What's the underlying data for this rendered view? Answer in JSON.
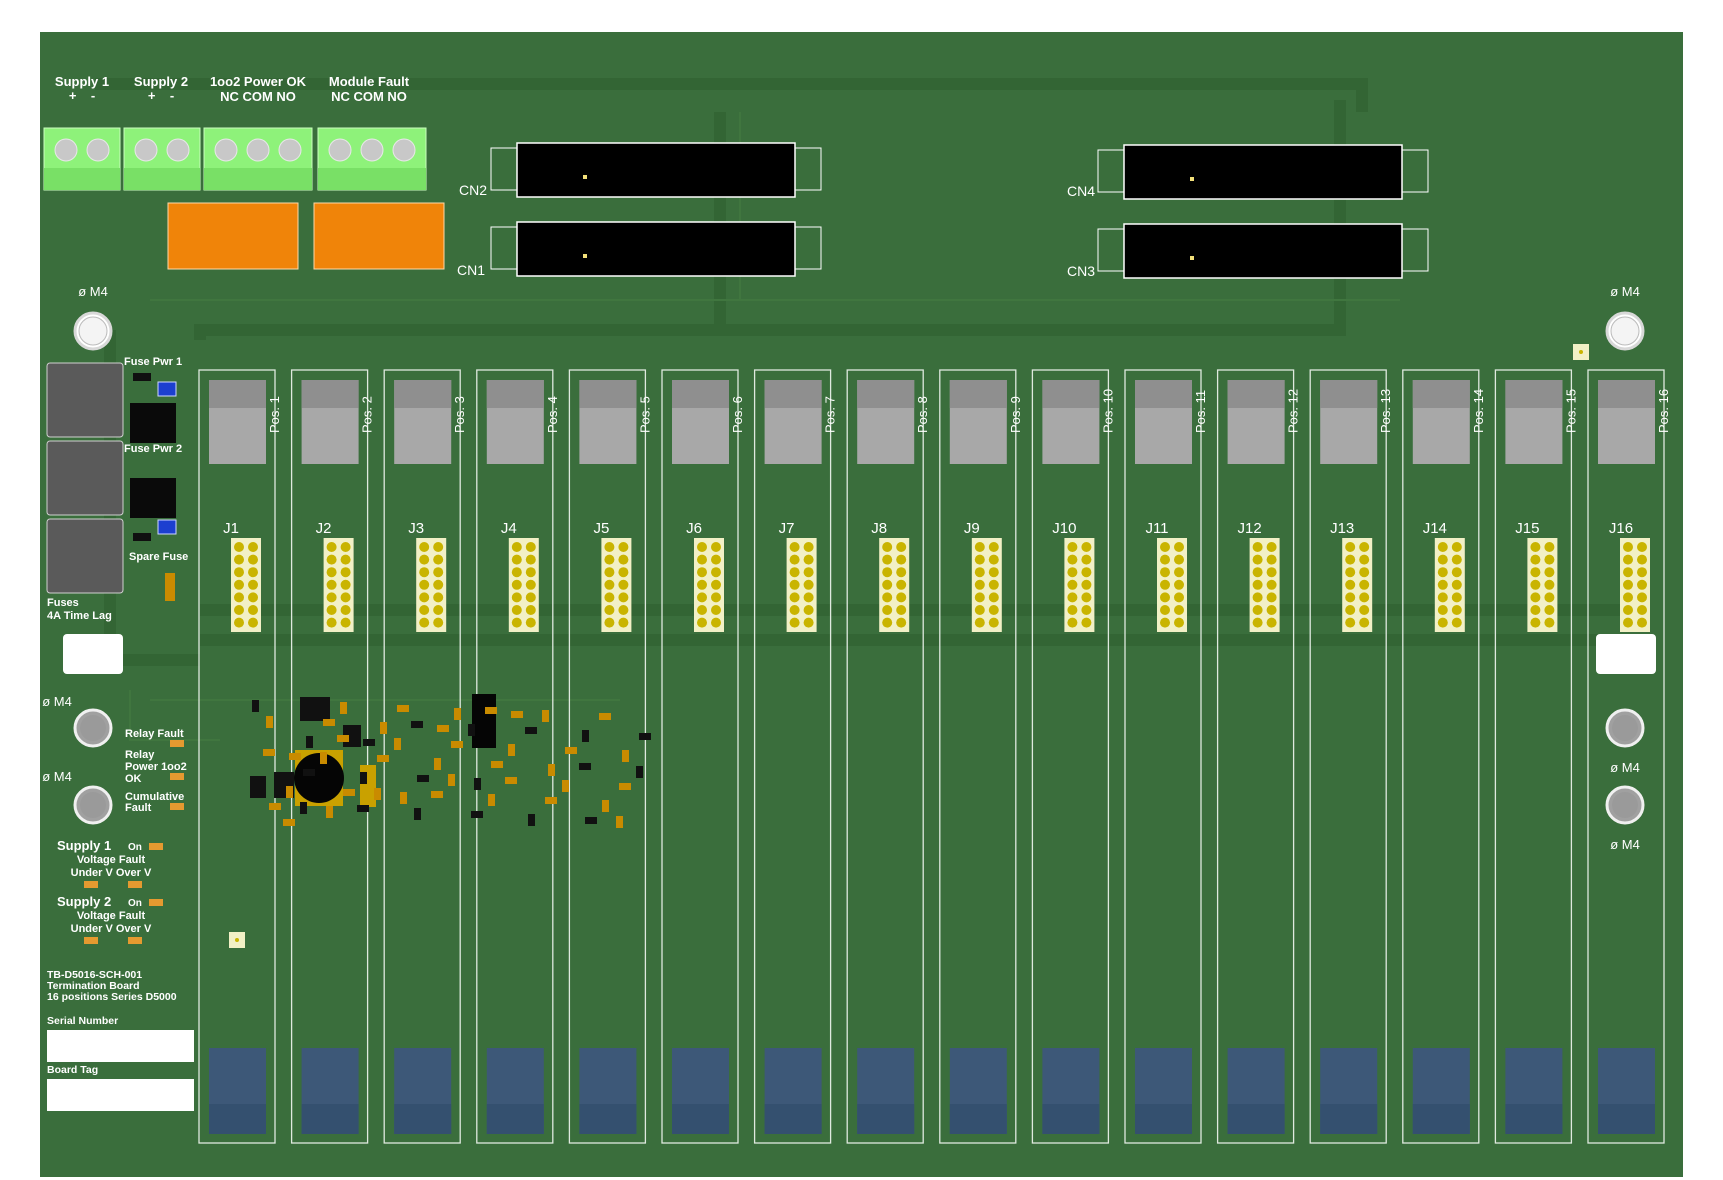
{
  "board": {
    "colors": {
      "pcb": "#3a6e3c",
      "trace": "#356a37",
      "silk": "#ffffff",
      "terminal": "#8ef27a",
      "relay": "#f08409",
      "connector": "#000000",
      "fuse": "#5a5a5a",
      "slot_top": "#a8a8a8",
      "slot_bottom": "#3d5878",
      "pad": "#c9b400"
    },
    "terminals": {
      "supply1": {
        "name": "Supply 1",
        "pins": "+    -"
      },
      "supply2": {
        "name": "Supply 2",
        "pins": "+    -"
      },
      "power_ok": {
        "name": "1oo2 Power OK",
        "pins": "NC COM NO"
      },
      "module_fault": {
        "name": "Module Fault",
        "pins": "NC COM NO"
      }
    },
    "connectors": {
      "cn1": "CN1",
      "cn2": "CN2",
      "cn3": "CN3",
      "cn4": "CN4"
    },
    "mount_label": "ø M4",
    "fuses": {
      "pwr1": "Fuse Pwr 1",
      "pwr2": "Fuse Pwr 2",
      "spare": "Spare Fuse",
      "title": "Fuses",
      "rating": "4A Time Lag"
    },
    "leds": {
      "relay_fault": "Relay Fault",
      "relay_power_1": "Relay",
      "relay_power_2": "Power 1oo2",
      "relay_power_3": "OK",
      "cumulative_1": "Cumulative",
      "cumulative_2": "Fault",
      "supply1": "Supply 1",
      "supply2": "Supply 2",
      "on": "On",
      "voltage_fault": "Voltage Fault",
      "under_over": "Under V Over V"
    },
    "info": {
      "line1": "TB-D5016-SCH-001",
      "line2": "Termination Board",
      "line3": "16 positions Series D5000",
      "serial_label": "Serial Number",
      "tag_label": "Board Tag"
    },
    "slots": [
      {
        "pos": "Pos. 1",
        "j": "J1"
      },
      {
        "pos": "Pos. 2",
        "j": "J2"
      },
      {
        "pos": "Pos. 3",
        "j": "J3"
      },
      {
        "pos": "Pos. 4",
        "j": "J4"
      },
      {
        "pos": "Pos. 5",
        "j": "J5"
      },
      {
        "pos": "Pos. 6",
        "j": "J6"
      },
      {
        "pos": "Pos. 7",
        "j": "J7"
      },
      {
        "pos": "Pos. 8",
        "j": "J8"
      },
      {
        "pos": "Pos. 9",
        "j": "J9"
      },
      {
        "pos": "Pos. 10",
        "j": "J10"
      },
      {
        "pos": "Pos. 11",
        "j": "J11"
      },
      {
        "pos": "Pos. 12",
        "j": "J12"
      },
      {
        "pos": "Pos. 13",
        "j": "J13"
      },
      {
        "pos": "Pos. 14",
        "j": "J14"
      },
      {
        "pos": "Pos. 15",
        "j": "J15"
      },
      {
        "pos": "Pos. 16",
        "j": "J16"
      }
    ]
  }
}
